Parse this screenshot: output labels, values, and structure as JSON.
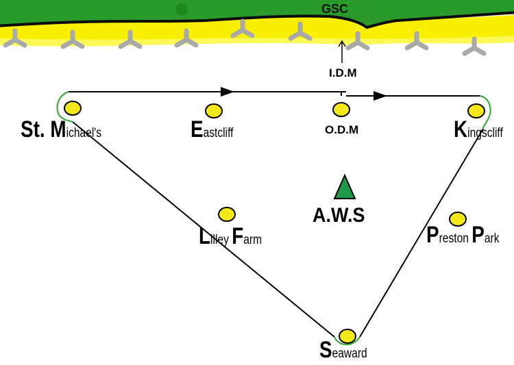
{
  "header": {
    "gsc_label": "GSC"
  },
  "markers": {
    "idm_label": "I.D.M",
    "aws_label": "A.W.S"
  },
  "stations": {
    "st_michaels": {
      "cap": "St. M",
      "rest": "ichael's"
    },
    "eastcliff": {
      "cap": "E",
      "rest": "astcliff"
    },
    "odm": {
      "label": "O.D.M"
    },
    "kingscliff": {
      "cap": "K",
      "rest": "ingscliff"
    },
    "lilley_farm": {
      "cap1": "L",
      "rest1": "illey ",
      "cap2": "F",
      "rest2": "arm"
    },
    "preston_park": {
      "cap1": "P",
      "rest1": "reston ",
      "cap2": "P",
      "rest2": "ark"
    },
    "seaward": {
      "cap": "S",
      "rest": "eaward"
    }
  },
  "colors": {
    "grass": "#2a9a2a",
    "sand": "#f8f000",
    "station_fill": "#f5e81a",
    "aws_triangle": "#1f9a4a",
    "curve": "#2aa82a",
    "tetrapod": "#a9a9a9"
  },
  "icons": [
    "tetrapod-icon",
    "station-icon",
    "aws-triangle-icon",
    "arrow-icon"
  ]
}
